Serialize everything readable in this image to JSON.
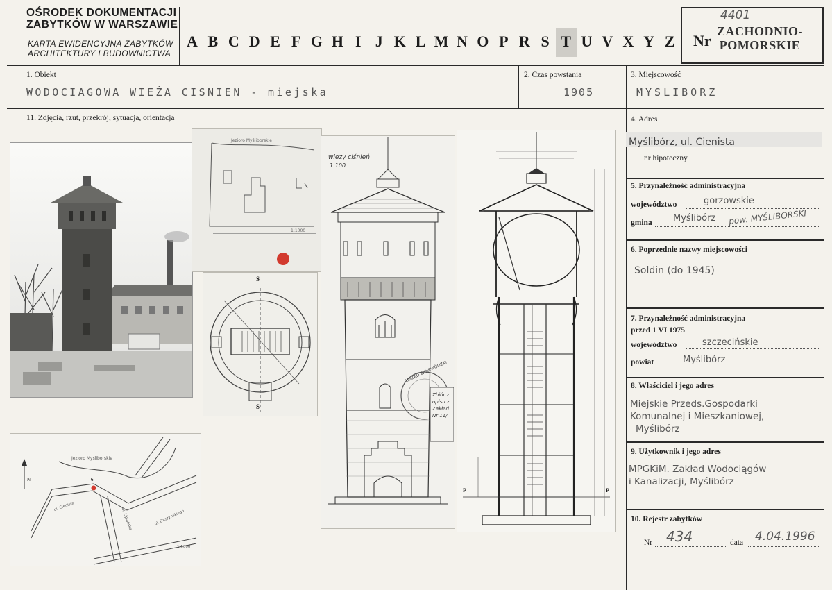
{
  "header": {
    "org_line1": "OŚRODEK DOKUMENTACJI",
    "org_line2": "ZABYTKÓW W WARSZAWIE",
    "card_line1": "KARTA EWIDENCYJNA ZABYTKÓW",
    "card_line2": "ARCHITEKTURY I BUDOWNICTWA",
    "letters": [
      "A",
      "B",
      "C",
      "D",
      "E",
      "F",
      "G",
      "H",
      "I",
      "J",
      "K",
      "L",
      "M",
      "N",
      "O",
      "P",
      "R",
      "S",
      "T",
      "U",
      "V",
      "X",
      "Y",
      "Z"
    ],
    "highlighted_letter": "T",
    "nr_label": "Nr",
    "nr_value": "4401",
    "region_line1": "ZACHODNIO-",
    "region_line2": "POMORSKIE"
  },
  "fields": {
    "f1_label": "1. Obiekt",
    "f1_value": "WODOCIAGOWA WIEŻA CISNIEN - miejska",
    "f2_label": "2. Czas powstania",
    "f2_value": "1905",
    "f3_label": "3. Miejscowość",
    "f3_value": "MYSLIBORZ",
    "f11_label": "11. Zdjęcia, rzut, przekrój, sytuacja, orientacja",
    "f4_label": "4. Adres",
    "f4_value": "Myślibórz, ul. Cienista",
    "f4_sub": "nr hipoteczny",
    "f5_label": "5. Przynależność administracyjna",
    "f5_woj_label": "województwo",
    "f5_woj_value": "gorzowskie",
    "f5_gmina_label": "gmina",
    "f5_gmina_value": "Myślibórz",
    "f5_gmina_hand": "pow. MYŚLIBORSKI",
    "f6_label": "6. Poprzednie nazwy miejscowości",
    "f6_value": "Soldin (do 1945)",
    "f7_label": "7. Przynależność administracyjna",
    "f7_sub": "przed 1 VI 1975",
    "f7_woj_label": "województwo",
    "f7_woj_value": "szczecińskie",
    "f7_pow_label": "powiat",
    "f7_pow_value": "Myślibórz",
    "f8_label": "8. Właściciel i jego adres",
    "f8_lines": [
      "Miejskie Przeds.Gospodarki",
      "Komunalnej i Mieszkaniowej,",
      "Myślibórz"
    ],
    "f9_label": "9. Użytkownik i jego adres",
    "f9_lines": [
      "MPGKiM. Zakład Wodociągów",
      "i Kanalizacji, Myślibórz"
    ],
    "f10_label": "10. Rejestr zabytków",
    "f10_nr_label": "Nr",
    "f10_nr_value": "434",
    "f10_data_label": "data",
    "f10_data_value": "4.04.1996"
  },
  "drawings": {
    "site_label": "Jezioro Myśliborskie",
    "site_scale": "1:1000",
    "elevation_label": "wieży ciśnień",
    "elevation_scale": "1:100",
    "section_mark": "S",
    "section_ground": "P",
    "map_label": "Jezioro Myśliborskie",
    "map_north": "N",
    "map_marker": "6",
    "map_street1": "ul. Cienista",
    "map_street2": "ul. Lipiańska",
    "map_street3": "ul. Daszyńskiego",
    "map_scale": "1:5000",
    "stamp_text": "URZĄD WOJEWÓDZKI",
    "stamp_note1": "Zbiór z",
    "stamp_note2": "opisu z",
    "stamp_note3": "Zakład",
    "stamp_note4": "Nr 11/"
  },
  "colors": {
    "paper": "#f4f2ec",
    "ink": "#2a2a2a",
    "seal": "#d23a2e",
    "highlight": "#cfcdc7"
  }
}
